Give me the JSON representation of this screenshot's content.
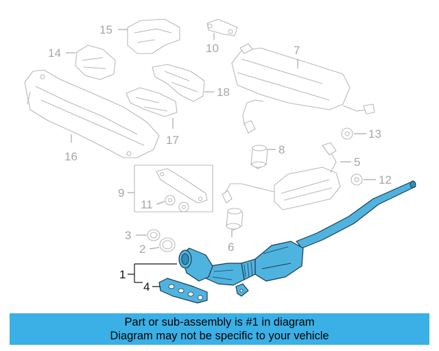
{
  "callouts": {
    "c1": "1",
    "c2": "2",
    "c3": "3",
    "c4": "4",
    "c5": "5",
    "c6": "6",
    "c7": "7",
    "c8": "8",
    "c9": "9",
    "c10": "10",
    "c11": "11",
    "c12": "12",
    "c13": "13",
    "c14": "14",
    "c15": "15",
    "c16": "16",
    "c17": "17",
    "c18": "18"
  },
  "banner": {
    "line1": "Part or sub-assembly is #1 in diagram",
    "line2": "Diagram may not be specific to your vehicle"
  },
  "colors": {
    "highlight": "#4fb3e0",
    "banner": "#3ab0e6",
    "faint_parts": "#b8b8b8"
  }
}
